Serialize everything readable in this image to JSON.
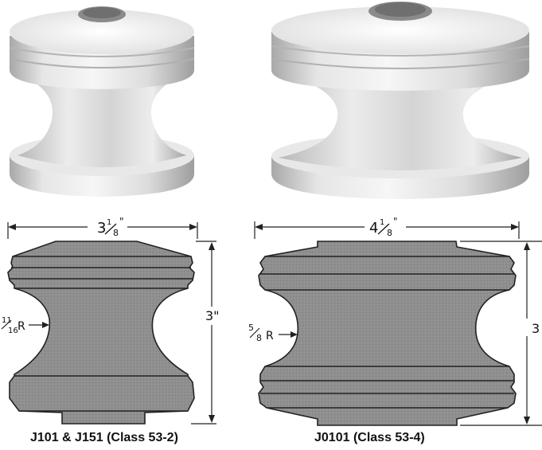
{
  "colors": {
    "porcelain_light": "#f2f2f2",
    "porcelain_mid": "#d9d9d9",
    "porcelain_dark": "#9a9a9a",
    "section_fill": "#8d8d8d",
    "outline": "#222222"
  },
  "products": [
    {
      "caption": "J101 & J151 (Class 53-2)",
      "width_whole": "3",
      "width_num": "1",
      "width_den": "8",
      "height_label": "3\"",
      "radius_num": "11",
      "radius_den": "16",
      "radius_suffix": "R"
    },
    {
      "caption": "J0101 (Class 53-4)",
      "width_whole": "4",
      "width_num": "1",
      "width_den": "8",
      "height_label": "3",
      "radius_num": "5",
      "radius_den": "8",
      "radius_suffix": "R"
    }
  ]
}
